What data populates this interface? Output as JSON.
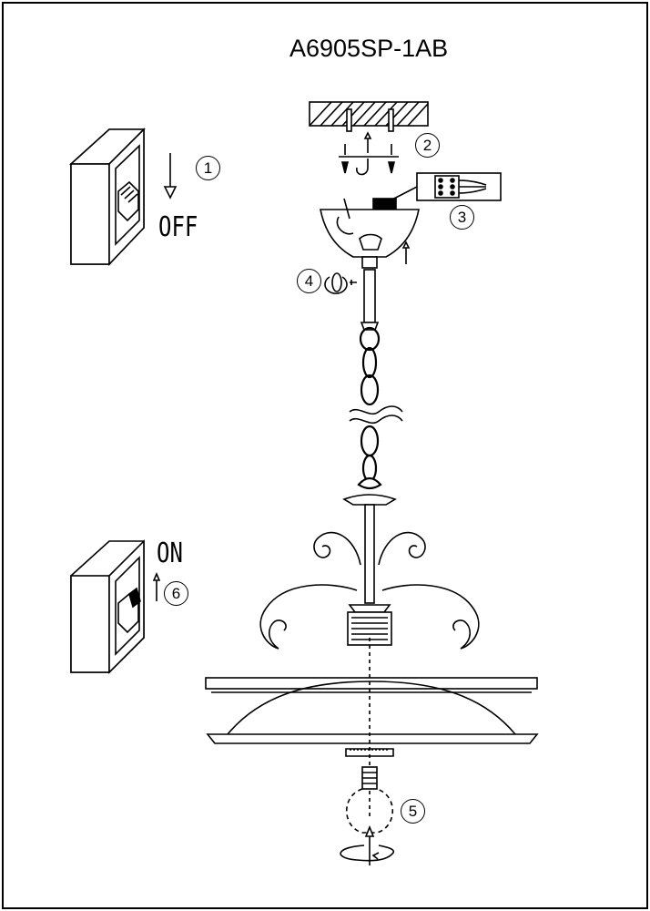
{
  "title": "A6905SP-1AB",
  "switch_off_label": "OFF",
  "switch_on_label": "ON",
  "steps": [
    "1",
    "2",
    "3",
    "4",
    "5",
    "6"
  ]
}
